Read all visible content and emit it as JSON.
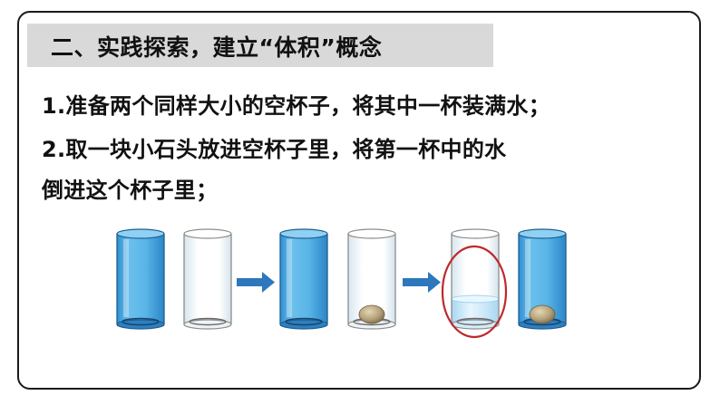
{
  "section": {
    "title": "二、实践探索，建立“体积”概念"
  },
  "steps": [
    "1.准备两个同样大小的空杯子，将其中一杯装满水；",
    "2.取一块小石头放进空杯子里，将第一杯中的水",
    "倒进这个杯子里；"
  ],
  "illustration": {
    "cups": [
      {
        "state": "full-water"
      },
      {
        "state": "empty"
      },
      {
        "state": "full-water"
      },
      {
        "state": "stone"
      },
      {
        "state": "little-water",
        "highlighted": true
      },
      {
        "state": "full-water-with-stone"
      }
    ],
    "colors": {
      "water": "#3fa2dc",
      "arrow": "#2e77bd",
      "highlight": "#c0282c",
      "stone": "#a8956f"
    }
  }
}
